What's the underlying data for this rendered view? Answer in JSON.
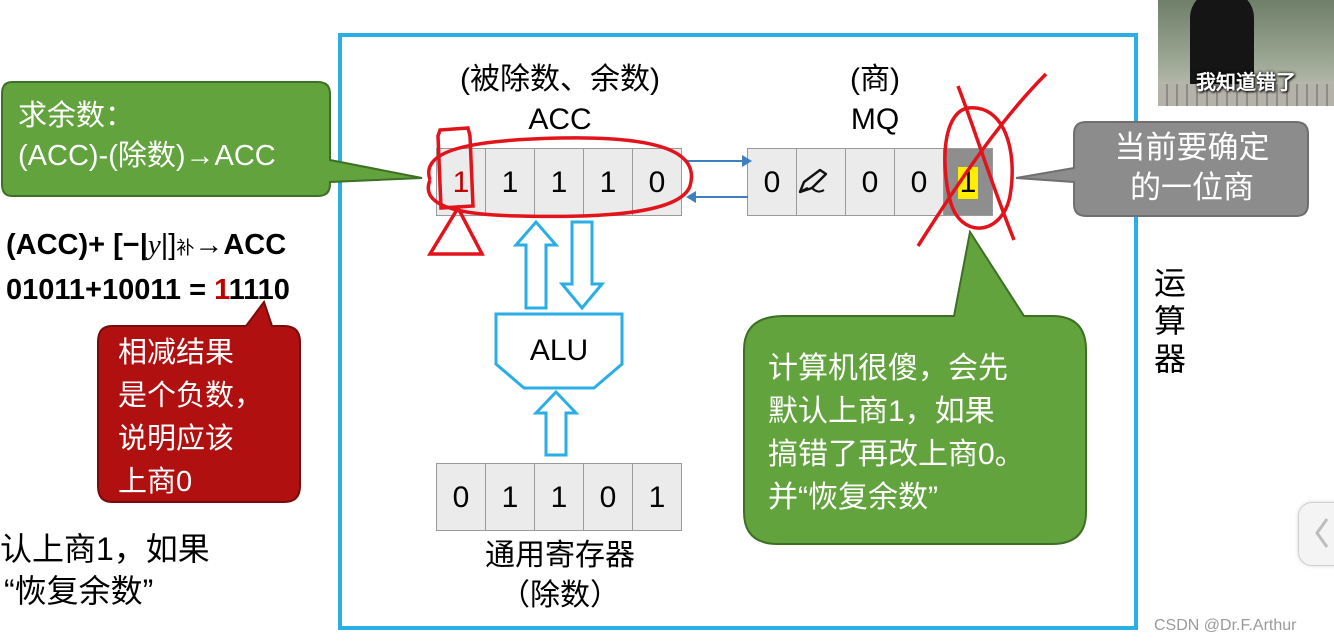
{
  "acc_caption": {
    "line1": "(被除数、余数)",
    "line2": "ACC"
  },
  "mq_caption": {
    "line1": "(商)",
    "line2": "MQ"
  },
  "acc_bits": [
    "1",
    "1",
    "1",
    "1",
    "0"
  ],
  "mq_bits": [
    "0",
    "",
    "0",
    "0",
    "1"
  ],
  "alu_label": "ALU",
  "gpr_bits": [
    "0",
    "1",
    "1",
    "0",
    "1"
  ],
  "gpr_caption": {
    "line1": "通用寄存器",
    "line2": "（除数）"
  },
  "side_label": "运\n算\n器",
  "callout_remainder": {
    "line1": "求余数：",
    "line2": "(ACC)-(除数)→ACC"
  },
  "formula": {
    "line1_prefix": "(ACC)+ [−|",
    "line1_y": "y",
    "line1_mid": "|]",
    "line1_sub": "补",
    "line1_suffix": "→ACC",
    "line2_prefix": "01011+10011 = ",
    "line2_red": "1",
    "line2_suffix": "1110"
  },
  "callout_negative": "相减结果\n是个负数，\n说明应该\n上商0",
  "bottom_left": {
    "line1": "认上商1，如果",
    "line2": "“恢复余数”"
  },
  "callout_quotient": "当前要确定\n的一位商",
  "callout_computer": "计算机很傻，会先\n默认上商1，如果\n搞错了再改上商0。\n并“恢复余数”",
  "webcam_caption": "我知道错了",
  "watermark": "CSDN @Dr.F.Arthur",
  "colors": {
    "frame": "#29aee5",
    "green": "#62a33e",
    "gray": "#8c8c8c",
    "dark_red": "#b01010",
    "annotation_red": "#e3131b",
    "highlight": "#ffee00"
  }
}
